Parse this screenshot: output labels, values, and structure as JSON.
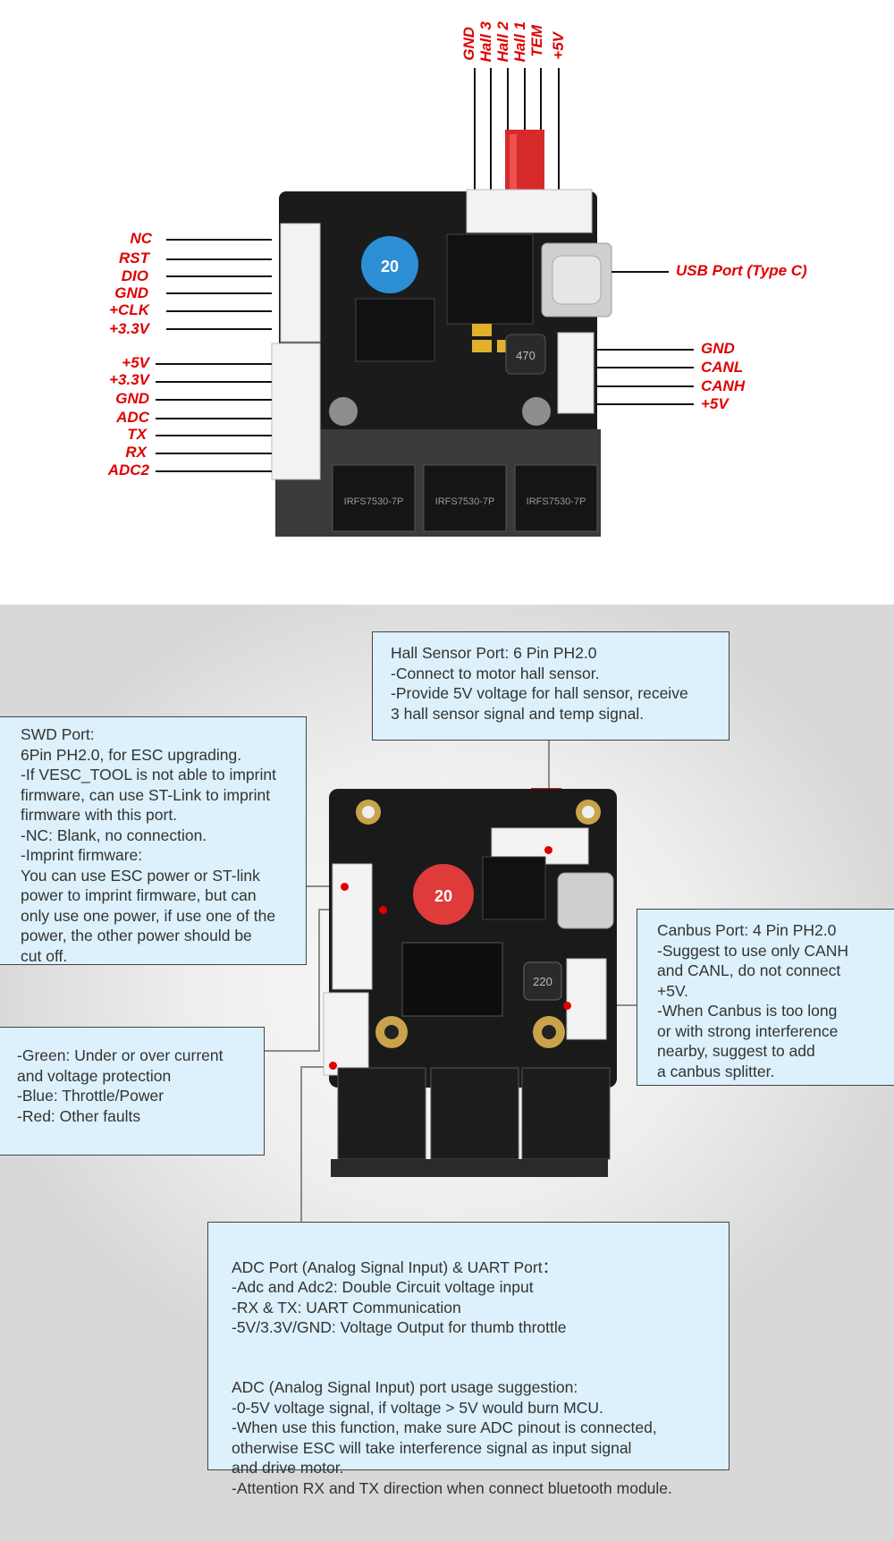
{
  "top_diagram": {
    "left_pins_group1": [
      "NC",
      "RST",
      "DIO",
      "GND",
      "+CLK",
      "+3.3V"
    ],
    "left_pins_group2": [
      "+5V",
      "+3.3V",
      "GND",
      "ADC",
      "TX",
      "RX",
      "ADC2"
    ],
    "top_pins": [
      "GND",
      "Hall 3",
      "Hall 2",
      "Hall 1",
      "TEM",
      "+5V"
    ],
    "usb_label": "USB Port (Type C)",
    "right_pins": [
      "GND",
      "CANL",
      "CANH",
      "+5V"
    ],
    "chip_texts": [
      "IRFS7530-7P",
      "IRFS7530-7P",
      "IRFS7530-7P"
    ],
    "inductor_label": "470"
  },
  "bottom_diagram": {
    "hall_box": "Hall Sensor Port: 6 Pin PH2.0\n-Connect to motor hall sensor.\n-Provide 5V voltage for hall sensor, receive\n 3 hall sensor signal and temp signal.",
    "swd_box": "SWD Port:\n6Pin PH2.0, for ESC upgrading.\n-If VESC_TOOL is not able to imprint\n firmware, can use ST-Link to imprint\n firmware with this port.\n-NC: Blank, no connection.\n-Imprint firmware:\n You can use ESC power or ST-link\n power to imprint firmware, but can\n only use one power, if use one of the\n power, the other power should be\n cut off.",
    "led_box": "-Green: Under or over current\n and voltage protection\n-Blue: Throttle/Power\n-Red: Other faults",
    "canbus_box": "Canbus Port: 4 Pin PH2.0\n-Suggest to use only CANH\n and CANL, do not connect\n +5V.\n-When Canbus is too long\n or with strong interference\n nearby, suggest to add\n a canbus splitter.",
    "adc_box_part1": " ADC Port (Analog Signal Input) & UART Port：\n-Adc and Adc2: Double Circuit voltage input\n-RX & TX: UART Communication\n-5V/3.3V/GND: Voltage Output for thumb throttle",
    "adc_box_part2": " ADC (Analog Signal Input) port usage suggestion:\n-0-5V voltage signal, if voltage > 5V would burn MCU.\n-When use this function, make sure ADC pinout is connected,\n otherwise ESC will take interference signal as input signal\n and drive motor.\n-Attention RX and TX direction when connect bluetooth module.",
    "inductor_label": "220"
  },
  "colors": {
    "label_red": "#e00000",
    "box_fill": "#dcf1fb",
    "board_black": "#1b1b1b"
  }
}
